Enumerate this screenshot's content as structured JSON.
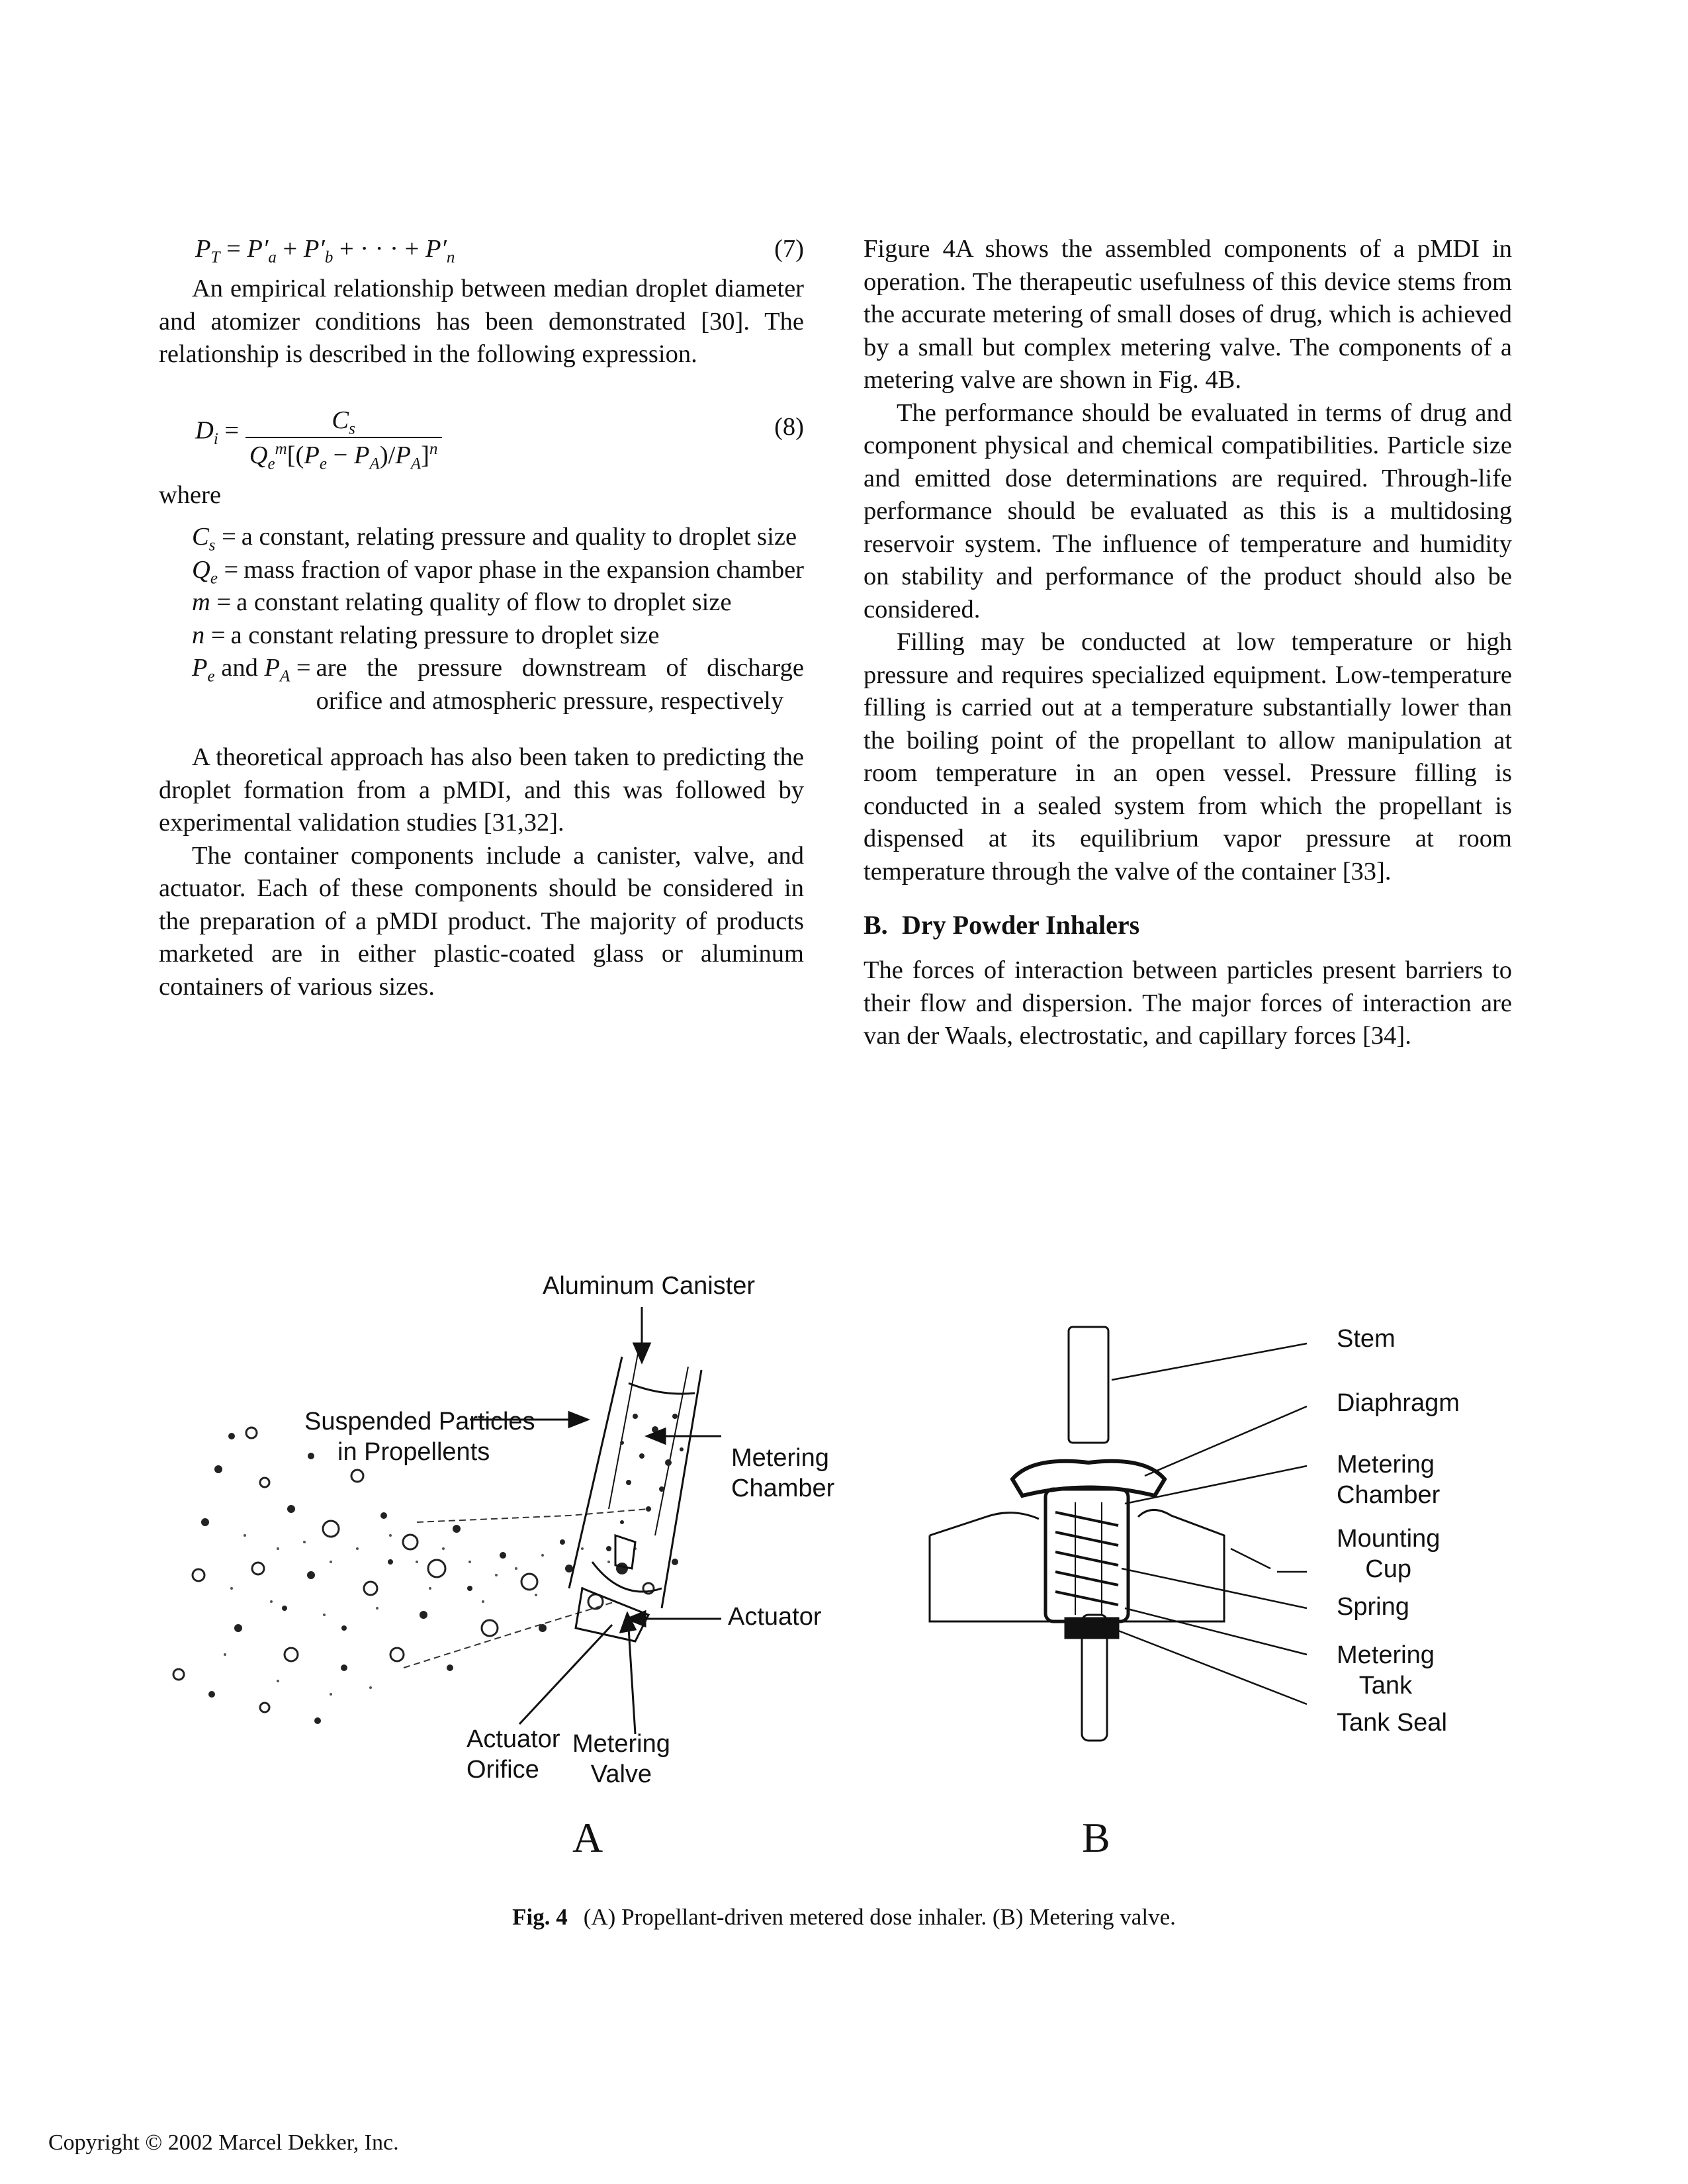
{
  "left_column": {
    "eq7": {
      "number": "(7)"
    },
    "para1": "An empirical relationship between median droplet diameter and atomizer conditions has been demonstrated [30]. The relationship is described in the following expression.",
    "eq8": {
      "number": "(8)"
    },
    "where": "where",
    "defs": {
      "cs": "a constant, relating pressure and quality to droplet size",
      "qe": "mass fraction of vapor phase in the expansion chamber",
      "m": "a constant relating quality of flow to droplet size",
      "n": "a constant relating pressure to droplet size",
      "pe_pa_and": "and",
      "pe_pa": "are the pressure downstream of discharge orifice and atmospheric pressure, respectively"
    },
    "para2": "A theoretical approach has also been taken to predicting the droplet formation from a pMDI, and this was followed by experimental validation studies [31,32].",
    "para3": "The container components include a canister, valve, and actuator. Each of these components should be considered in the preparation of a pMDI product. The majority of products marketed are in either plastic-coated glass or aluminum containers of various sizes."
  },
  "right_column": {
    "para1": "Figure 4A shows the assembled components of a pMDI in operation. The therapeutic usefulness of this device stems from the accurate metering of small doses of drug, which is achieved by a small but complex metering valve. The components of a metering valve are shown in Fig. 4B.",
    "para2": "The performance should be evaluated in terms of drug and component physical and chemical compatibilities. Particle size and emitted dose determinations are required. Through-life performance should be evaluated as this is a multidosing reservoir system. The influence of temperature and humidity on stability and performance of the product should also be considered.",
    "para3": "Filling may be conducted at low temperature or high pressure and requires specialized equipment. Low-temperature filling is carried out at a temperature substantially lower than the boiling point of the propellant to allow manipulation at room temperature in an open vessel. Pressure filling is conducted in a sealed system from which the propellant is dispensed at its equilibrium vapor pressure at room temperature through the valve of the container [33].",
    "heading_letter": "B.",
    "heading_text": "Dry Powder Inhalers",
    "para4": "The forces of interaction between particles present barriers to their flow and dispersion. The major forces of interaction are van der Waals, electrostatic, and capillary forces [34]."
  },
  "figure": {
    "panel_a": {
      "aluminum_canister": "Aluminum Canister",
      "suspended_particles_1": "Suspended Particles",
      "suspended_particles_2": "in Propellents",
      "metering_chamber_1": "Metering",
      "metering_chamber_2": "Chamber",
      "actuator": "Actuator",
      "actuator_orifice_1": "Actuator",
      "actuator_orifice_2": "Orifice",
      "metering_valve_1": "Metering",
      "metering_valve_2": "Valve",
      "letter": "A"
    },
    "panel_b": {
      "stem": "Stem",
      "diaphragm": "Diaphragm",
      "metering_chamber_1": "Metering",
      "metering_chamber_2": "Chamber",
      "mounting_cup_1": "Mounting",
      "mounting_cup_2": "Cup",
      "spring": "Spring",
      "metering_tank_1": "Metering",
      "metering_tank_2": "Tank",
      "tank_seal": "Tank Seal",
      "letter": "B"
    },
    "caption_label": "Fig. 4",
    "caption_text": "(A) Propellant-driven metered dose inhaler. (B) Metering valve."
  },
  "footer": {
    "copyright": "Copyright © 2002 Marcel Dekker, Inc."
  }
}
